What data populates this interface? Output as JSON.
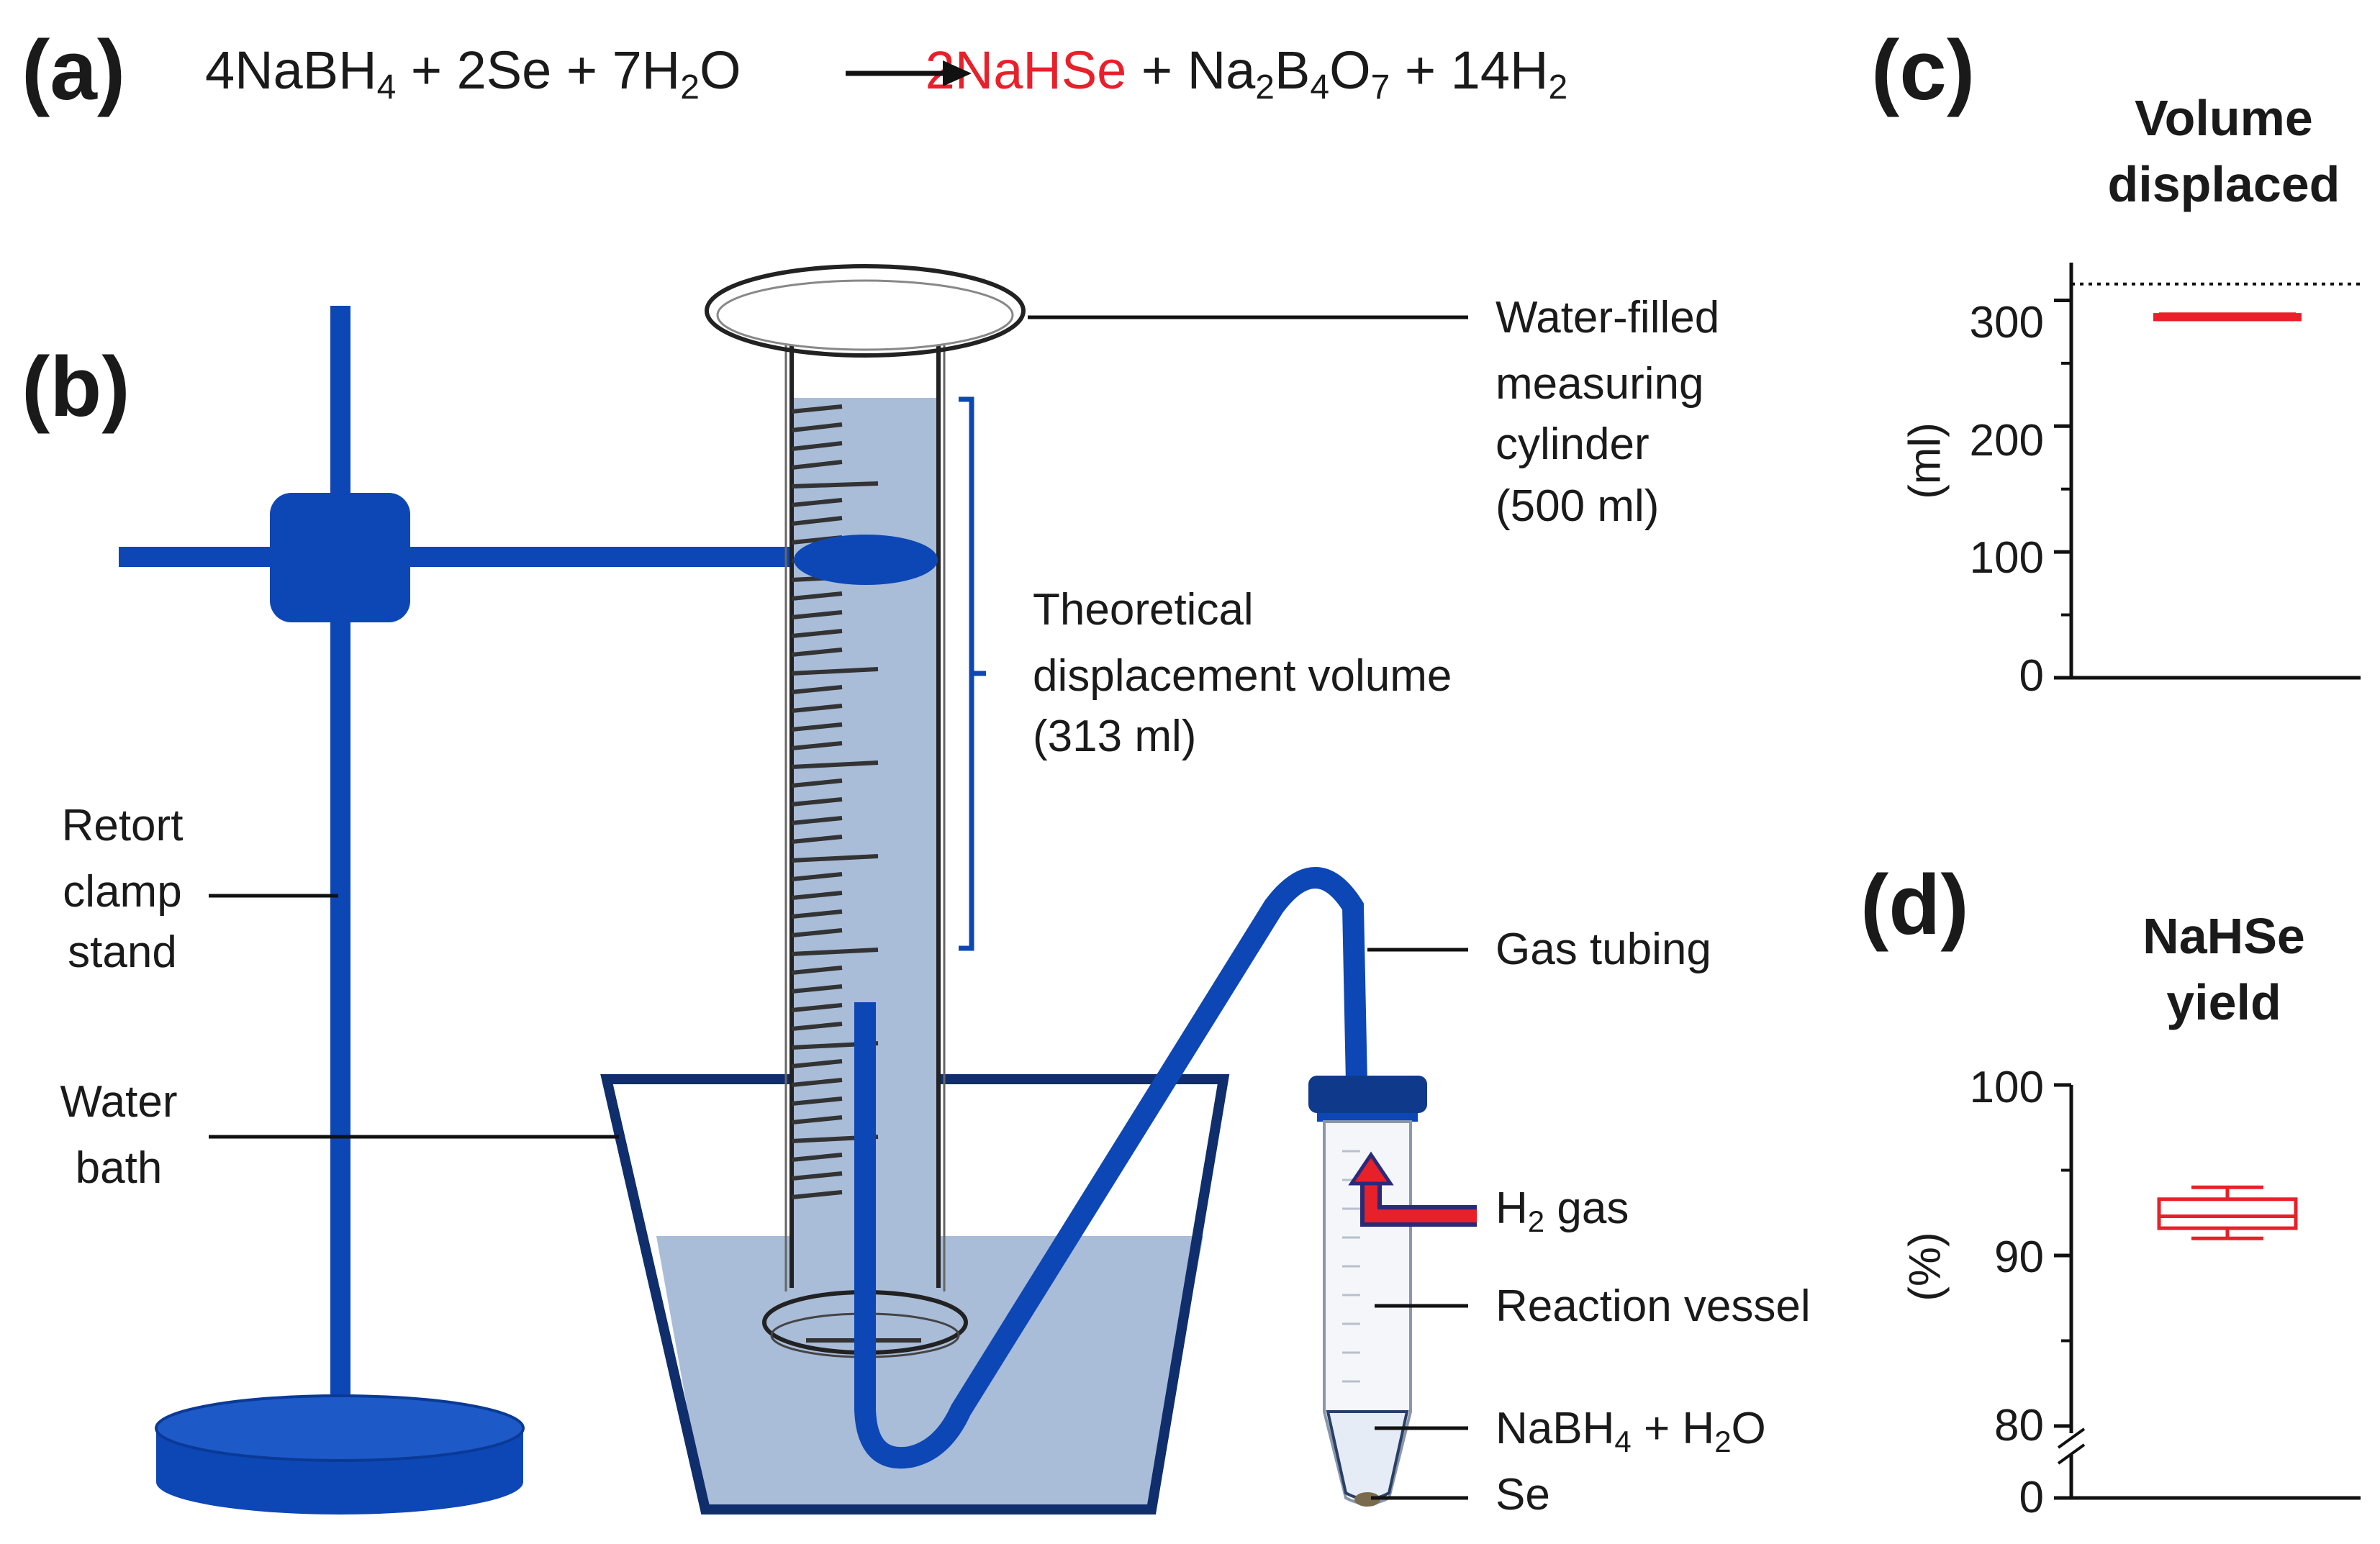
{
  "panels": {
    "a": "(a)",
    "b": "(b)",
    "c": "(c)",
    "d": "(d)"
  },
  "equation": {
    "reactants": [
      {
        "coef": "4",
        "formula": "NaBH",
        "sub": "4",
        "tail": ""
      },
      {
        "coef": "2",
        "formula": "Se",
        "sub": "",
        "tail": ""
      },
      {
        "coef": "7",
        "formula": "H",
        "sub": "2",
        "tail": "O"
      }
    ],
    "products": [
      {
        "coef": "2",
        "formula": "NaHSe",
        "sub": "",
        "tail": "",
        "highlight": true
      },
      {
        "coef": "",
        "formula": "Na",
        "sub": "2",
        "tail": "B"
      },
      {
        "coef": "14",
        "formula": "H",
        "sub": "2",
        "tail": ""
      }
    ],
    "plus": "+",
    "product_highlight_color": "#e8202a"
  },
  "diagram": {
    "labels": {
      "cylinder": [
        "Water-filled",
        "measuring",
        "cylinder",
        "(500 ml)"
      ],
      "theoretical": [
        "Theoretical",
        "displacement volume",
        "(313 ml)"
      ],
      "retort": [
        "Retort",
        "clamp",
        "stand"
      ],
      "water_bath": [
        "Water",
        "bath"
      ],
      "gas_tubing": "Gas tubing",
      "h2_gas": {
        "main": "H",
        "sub": "2",
        "tail": " gas"
      },
      "reaction_vessel": "Reaction vessel",
      "nabh4": {
        "a": "NaBH",
        "sub": "4",
        "b": " + H",
        "sub2": "2",
        "c": "O"
      },
      "se": "Se"
    },
    "colors": {
      "apparatus_blue": "#0d47b5",
      "water": "#a9bcd8",
      "bath_outline": "#0f2e6b",
      "arrow_red": "#e8202a"
    }
  },
  "chart_data": [
    {
      "type": "box",
      "title": [
        "Volume",
        "displaced"
      ],
      "ylabel": "(ml)",
      "ylim": [
        0,
        330
      ],
      "yticks": [
        "0",
        "100",
        "200",
        "300"
      ],
      "reference_line": 313,
      "box": {
        "min": 285,
        "q1": 286,
        "median": 287,
        "q3": 288,
        "max": 289
      },
      "color": "#e8202a"
    },
    {
      "type": "box",
      "title": [
        "NaHSe",
        "yield"
      ],
      "ylabel": "(%)",
      "ylim": [
        80,
        100
      ],
      "axis_break": true,
      "yticks": [
        "0",
        "80",
        "90",
        "100"
      ],
      "box": {
        "min": 91.0,
        "q1": 91.6,
        "median": 92.3,
        "q3": 93.3,
        "max": 94.0
      },
      "color": "#e8202a"
    }
  ]
}
